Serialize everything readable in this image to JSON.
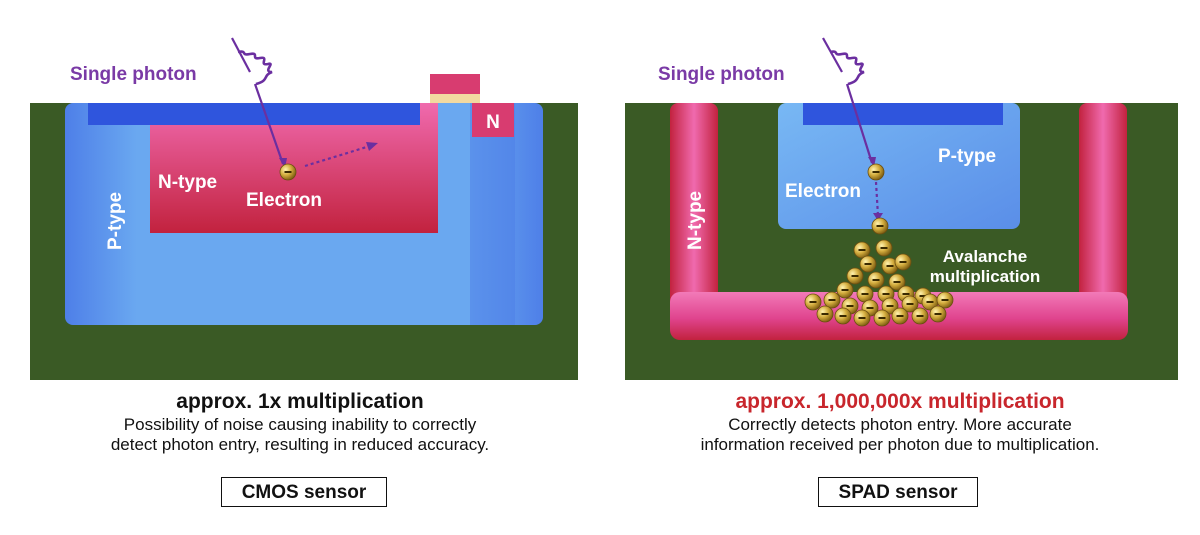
{
  "cmos": {
    "photon_label": "Single photon",
    "n_type_label": "N-type",
    "p_type_label": "P-type",
    "electron_label": "Electron",
    "n_label": "N",
    "multiplication": "approx. 1x multiplication",
    "description_line1": "Possibility of noise causing inability to correctly",
    "description_line2": "detect photon entry, resulting in reduced accuracy.",
    "sensor_name": "CMOS sensor"
  },
  "spad": {
    "photon_label": "Single photon",
    "n_type_label": "N-type",
    "p_type_label": "P-type",
    "electron_label": "Electron",
    "avalanche_line1": "Avalanche",
    "avalanche_line2": "multiplication",
    "multiplication": "approx. 1,000,000x multiplication",
    "description_line1": "Correctly detects photon entry. More accurate",
    "description_line2": "information received per photon due to multiplication.",
    "sensor_name": "SPAD sensor"
  },
  "colors": {
    "substrate": "#3a5a25",
    "p_type": "#6aa6ee",
    "n_type_pink": "#e8559a",
    "n_type_red": "#c92a4e",
    "depletion_blue": "#2f55dd",
    "photon_purple": "#7a3aa6",
    "electron_gold": "#c9a43a",
    "accent_red": "#c8262c"
  },
  "icons": [
    "photon-wave-icon",
    "electron-icon",
    "arrow-icon"
  ]
}
